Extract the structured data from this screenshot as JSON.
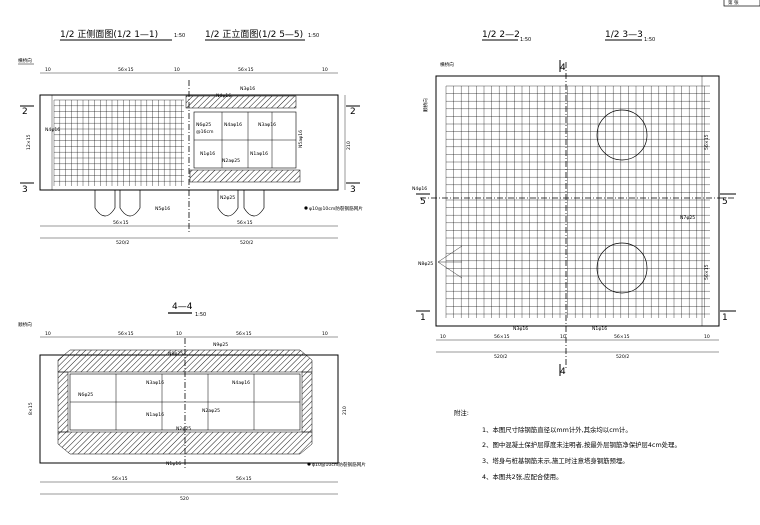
{
  "sheet": {
    "corner_tag": "第 张"
  },
  "views": {
    "half_side": {
      "title": "1/2 正侧面图(1/2 1—1)",
      "scale": "1:50"
    },
    "half_front": {
      "title": "1/2 正立面图(1/2 5—5)",
      "scale": "1:50"
    },
    "plan_top": {
      "title": "1/2 2—2",
      "scale": "1:50"
    },
    "plan_bottom": {
      "title": "1/2 3—3",
      "scale": "1:50"
    },
    "section_44": {
      "title": "4—4",
      "scale": "1:50"
    }
  },
  "direction_labels": {
    "upper_left": "横桥向",
    "lower_left": "顺桥向",
    "right_top": "横桥向",
    "right_side": "顺桥向"
  },
  "section_marks": {
    "s1": "1",
    "s2": "2",
    "s3": "3",
    "s4": "4",
    "s5": "5"
  },
  "dimensions": {
    "d10": "10",
    "half_a": "56×15",
    "full_a": "520/2",
    "half_b": "56×15",
    "full_b": "520",
    "v210": "210",
    "v12x15": "12×15",
    "v8x15": "8×15"
  },
  "rebar_labels": {
    "n1": "N1φ16",
    "n2": "N2φ25",
    "n3": "N3φ16",
    "n4": "N4φ16",
    "n5": "N5φ16",
    "n6": "N6φ25",
    "n7": "N7φ25",
    "n8": "N8φ25",
    "n9": "N9φ25",
    "n1a": "N1aφ16",
    "n2a": "N2aφ25",
    "n3a": "N3aφ16",
    "n4a": "N4aφ16",
    "n5a": "N5aφ16",
    "n6_spacing": "@16cm",
    "mesh_note": "φ10@10cm防裂钢筋网片"
  },
  "notes": {
    "heading": "附注:",
    "items": [
      "1、本图尺寸除钢筋直径以mm计外,其余均以cm计。",
      "2、图中混凝土保护层厚度未注明者,按最外层钢筋净保护层4cm处理。",
      "3、塔身与桩基钢筋未示,施工时注意塔身钢筋预埋。",
      "4、本图共2张,应配合使用。"
    ]
  }
}
